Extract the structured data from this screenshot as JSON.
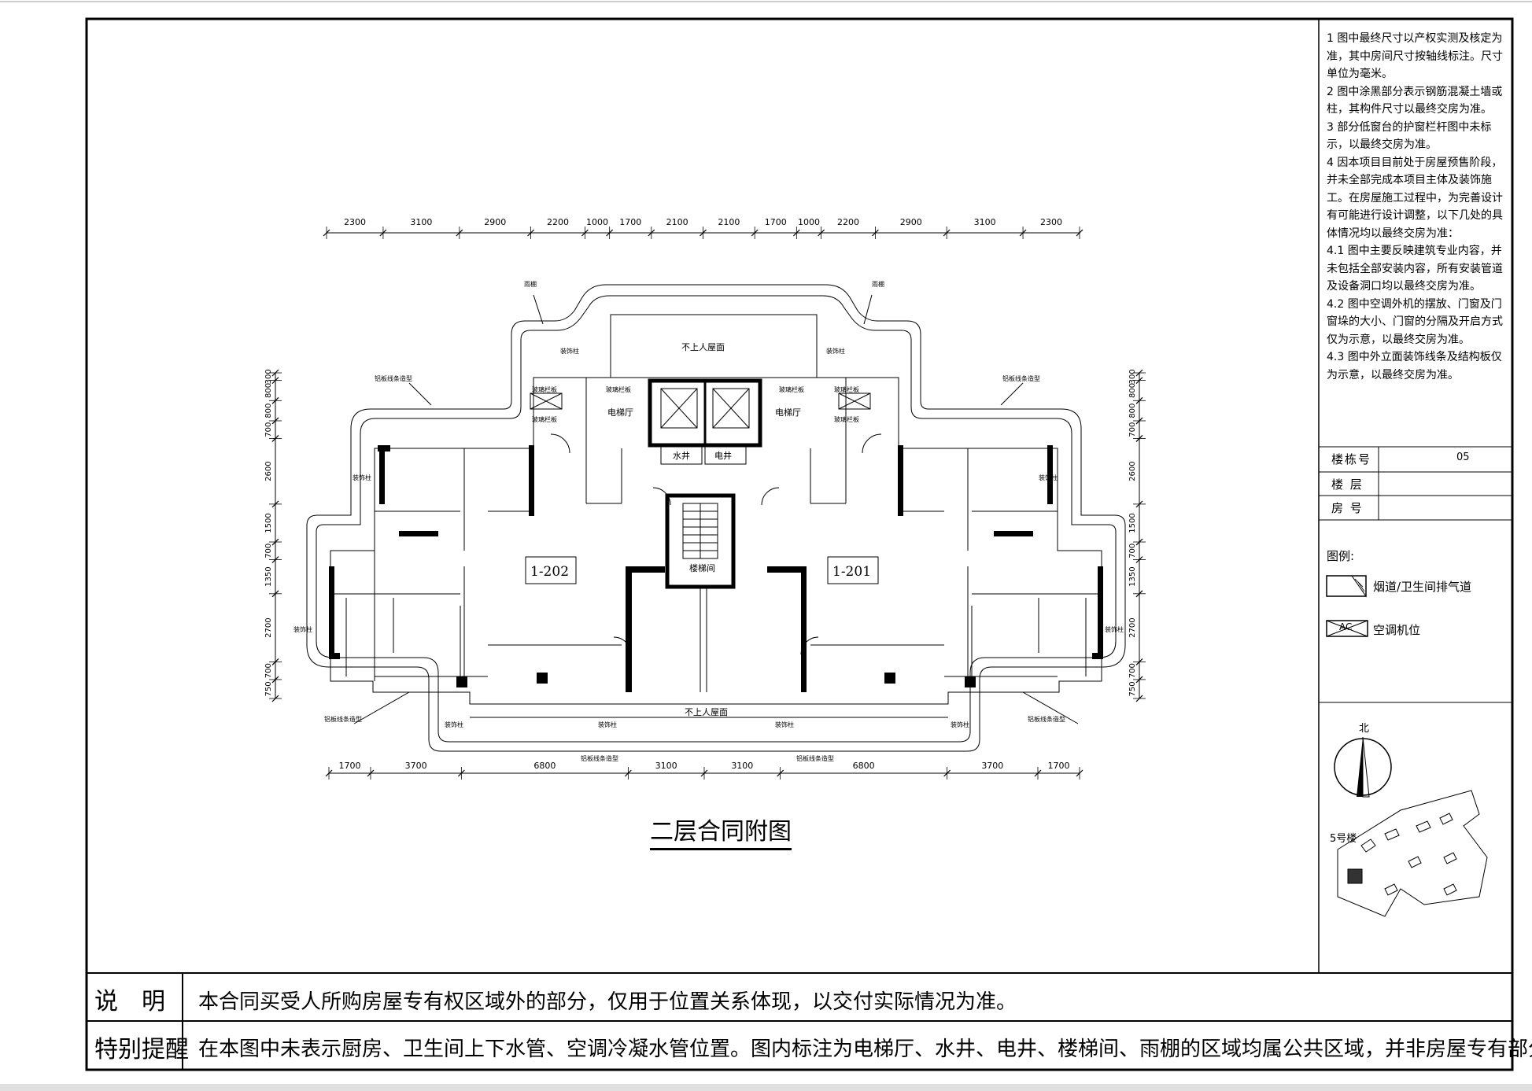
{
  "notes": [
    "1 图中最终尺寸以产权实测及核定为准，其中房间尺寸按轴线标注。尺寸单位为毫米。",
    "2 图中涂黑部分表示钢筋混凝土墙或柱，其构件尺寸以最终交房为准。",
    "3 部分低窗台的护窗栏杆图中未标示，以最终交房为准。",
    "4 因本项目目前处于房屋预售阶段，并未全部完成本项目主体及装饰施工。在房屋施工过程中，为完善设计有可能进行设计调整，以下几处的具体情况均以最终交房为准：",
    "4.1 图中主要反映建筑专业内容，并未包括全部安装内容，所有安装管道及设备洞口均以最终交房为准。",
    "4.2 图中空调外机的摆放、门窗及门窗垛的大小、门窗的分隔及开启方式仅为示意，以最终交房为准。",
    "4.3 图中外立面装饰线条及结构板仅为示意，以最终交房为准。"
  ],
  "title_block": {
    "building_label": "楼栋号",
    "building_value": "05",
    "floor_label": "楼 层",
    "floor_value": "",
    "room_label": "房 号",
    "room_value": ""
  },
  "legend": {
    "title": "图例:",
    "items": [
      {
        "label": "烟道/卫生间排气道"
      },
      {
        "label": "空调机位",
        "symbol_text": "AC"
      }
    ]
  },
  "site_plan": {
    "north_label": "北",
    "building_label": "5号楼"
  },
  "drawing": {
    "title": "二层合同附图",
    "units": [
      {
        "name": "1-202"
      },
      {
        "name": "1-201"
      }
    ],
    "labels": {
      "roof_top": "不上人屋面",
      "roof_bottom": "不上人屋面",
      "elevator_hall_left": "电梯厅",
      "elevator_hall_right": "电梯厅",
      "water_well": "水井",
      "electric_well": "电井",
      "stairwell": "楼梯间",
      "canopy_left": "雨棚",
      "canopy_right": "雨棚",
      "glass_rail_1": "玻璃栏板",
      "glass_rail_2": "玻璃栏板",
      "glass_rail_3": "玻璃栏板",
      "glass_rail_4": "玻璃栏板",
      "glass_rail_5": "玻璃栏板",
      "glass_rail_6": "玻璃栏板",
      "deco_col_1": "装饰柱",
      "deco_col_2": "装饰柱",
      "deco_col_3": "装饰柱",
      "deco_col_4": "装饰柱",
      "deco_col_5": "装饰柱",
      "deco_col_6": "装饰柱",
      "deco_col_7": "装饰柱",
      "deco_col_8": "装饰柱",
      "deco_col_9": "装饰柱",
      "deco_col_10": "装饰柱",
      "line_1": "铝板线条造型",
      "line_2": "铝板线条造型",
      "line_3": "铝板线条造型",
      "line_4": "铝板线条造型",
      "line_5": "铝板线条造型",
      "line_6": "铝板线条造型"
    },
    "dims_top": [
      "2300",
      "3100",
      "2900",
      "2200",
      "1000",
      "1700",
      "2100",
      "2100",
      "1700",
      "1000",
      "2200",
      "2900",
      "3100",
      "2300"
    ],
    "dims_bottom": [
      "1700",
      "3700",
      "6800",
      "3100",
      "3100",
      "6800",
      "3700",
      "1700"
    ],
    "dims_left": [
      "300",
      "800",
      "800",
      "700",
      "2600",
      "1500",
      "700",
      "1350",
      "2700",
      "700",
      "750"
    ],
    "dims_right": [
      "300",
      "800",
      "800",
      "700",
      "2600",
      "1500",
      "700",
      "1350",
      "2700",
      "700",
      "750"
    ]
  },
  "description": {
    "label": "说　明",
    "text": "本合同买受人所购房屋专有权区域外的部分，仅用于位置关系体现，以交付实际情况为准。"
  },
  "reminder": {
    "label": "特别提醒",
    "text": "在本图中未表示厨房、卫生间上下水管、空调冷凝水管位置。图内标注为电梯厅、水井、电井、楼梯间、雨棚的区域均属公共区域，并非房屋专有部分。"
  }
}
